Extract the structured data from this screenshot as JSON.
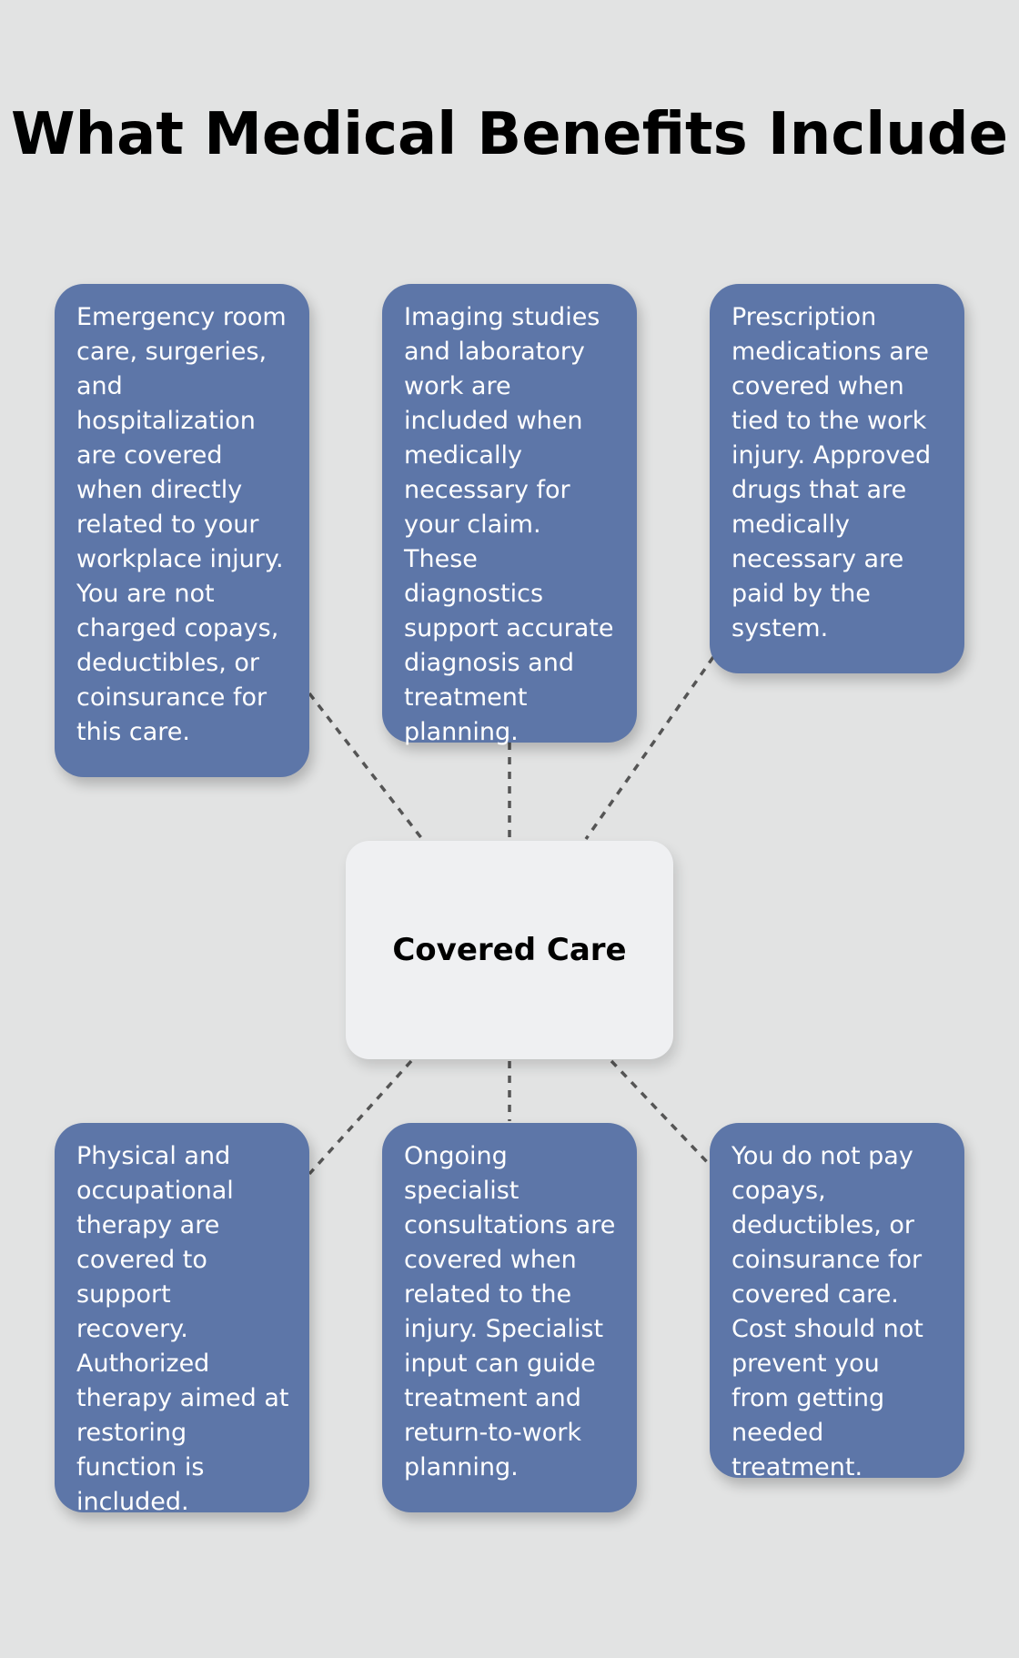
{
  "title": "What Medical Benefits Include",
  "center": {
    "label": "Covered Care"
  },
  "nodes": [
    {
      "text": "Emergency room care, surgeries, and hospitalization are covered when directly related to your workplace injury. You are not charged copays, deductibles, or coinsurance for this care."
    },
    {
      "text": "Imaging studies and laboratory work are included when medically necessary for your claim. These diagnostics support accurate diagnosis and treatment planning."
    },
    {
      "text": "Prescription medications are covered when tied to the work injury. Approved drugs that are medically necessary are paid by the system."
    },
    {
      "text": "Physical and occupational therapy are covered to support recovery. Authorized therapy aimed at restoring function is included."
    },
    {
      "text": "Ongoing specialist consultations are covered when related to the injury. Specialist input can guide treatment and return-to-work planning."
    },
    {
      "text": "You do not pay copays, deductibles, or coinsurance for covered care. Cost should not prevent you from getting needed treatment."
    }
  ],
  "colors": {
    "background": "#e2e3e3",
    "node_fill": "#5d76a8",
    "center_fill": "#eff0f2",
    "connector": "#555555"
  }
}
